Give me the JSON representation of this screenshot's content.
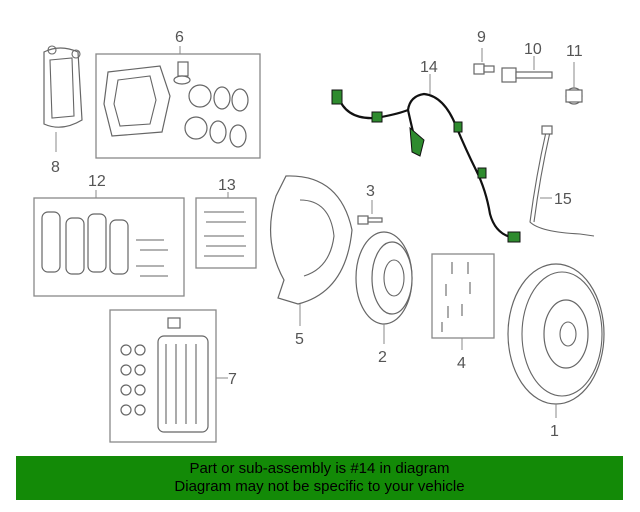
{
  "callouts": [
    "1",
    "2",
    "3",
    "4",
    "5",
    "6",
    "7",
    "8",
    "9",
    "10",
    "11",
    "12",
    "13",
    "14",
    "15"
  ],
  "banner": {
    "line1": "Part or sub-assembly is #14 in diagram",
    "line2": "Diagram may not be specific to your vehicle",
    "color": "#138a07"
  },
  "highlight_color": "#2e8b2e"
}
